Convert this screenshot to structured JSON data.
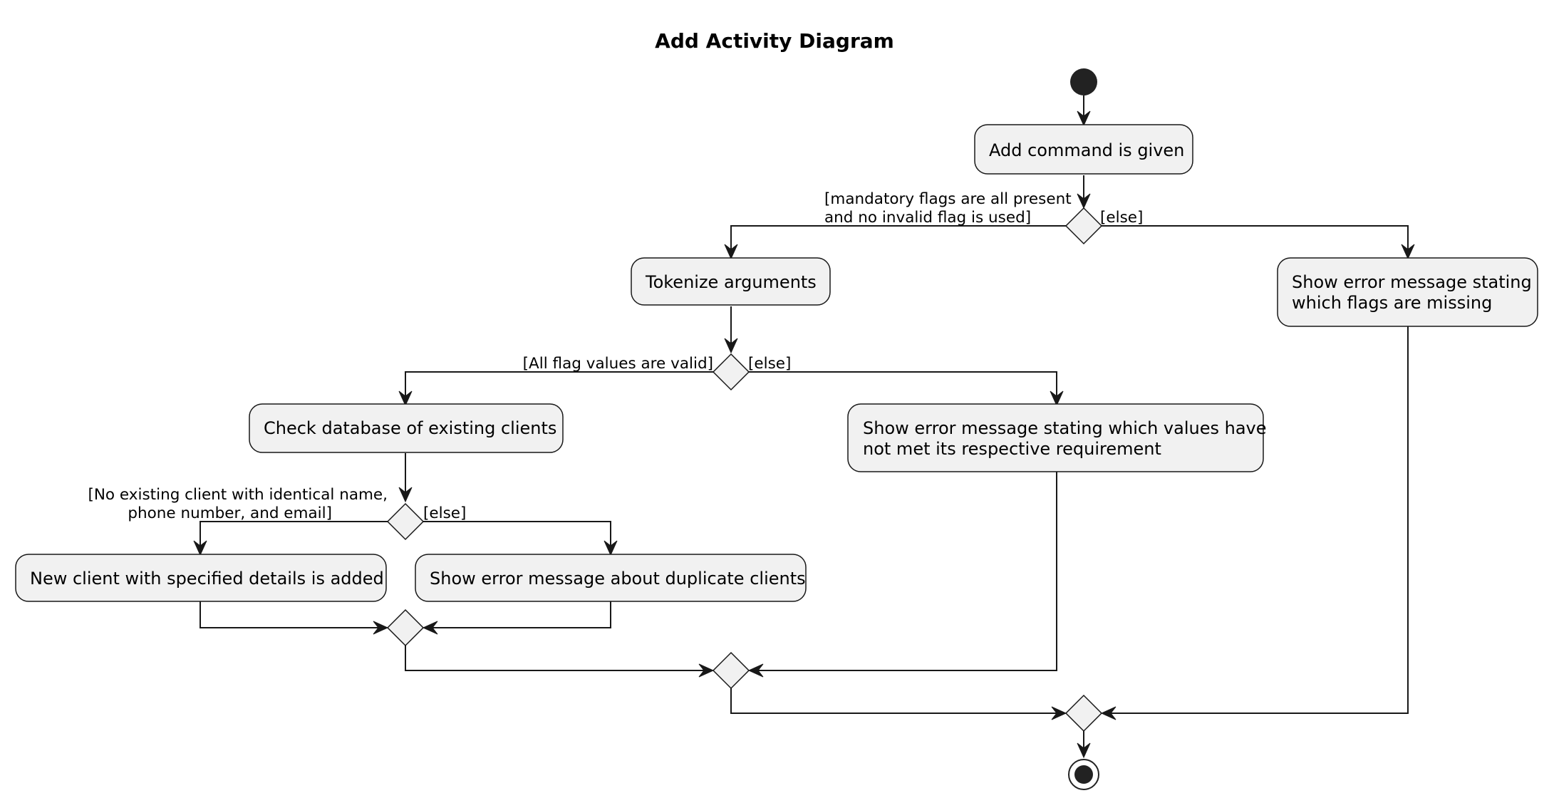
{
  "diagram": {
    "title": "Add Activity Diagram",
    "activities": {
      "add_command": [
        "Add command is given"
      ],
      "tokenize": [
        "Tokenize arguments"
      ],
      "error_flags_missing": [
        "Show error message stating",
        "which flags are missing"
      ],
      "check_database": [
        "Check database of existing clients"
      ],
      "error_invalid_values": [
        "Show error message stating which values have",
        "not met its respective requirement"
      ],
      "new_client_added": [
        "New client with specified details is added"
      ],
      "error_duplicate": [
        "Show error message about duplicate clients"
      ]
    },
    "guards": {
      "mandatory_flags": [
        "[mandatory flags are all present",
        "and no invalid flag is used]"
      ],
      "else_1": "[else]",
      "all_valid": "[All flag values are valid]",
      "else_2": "[else]",
      "no_existing_client": [
        "[No existing client with identical name,",
        "phone number, and email]"
      ],
      "else_3": "[else]"
    }
  }
}
